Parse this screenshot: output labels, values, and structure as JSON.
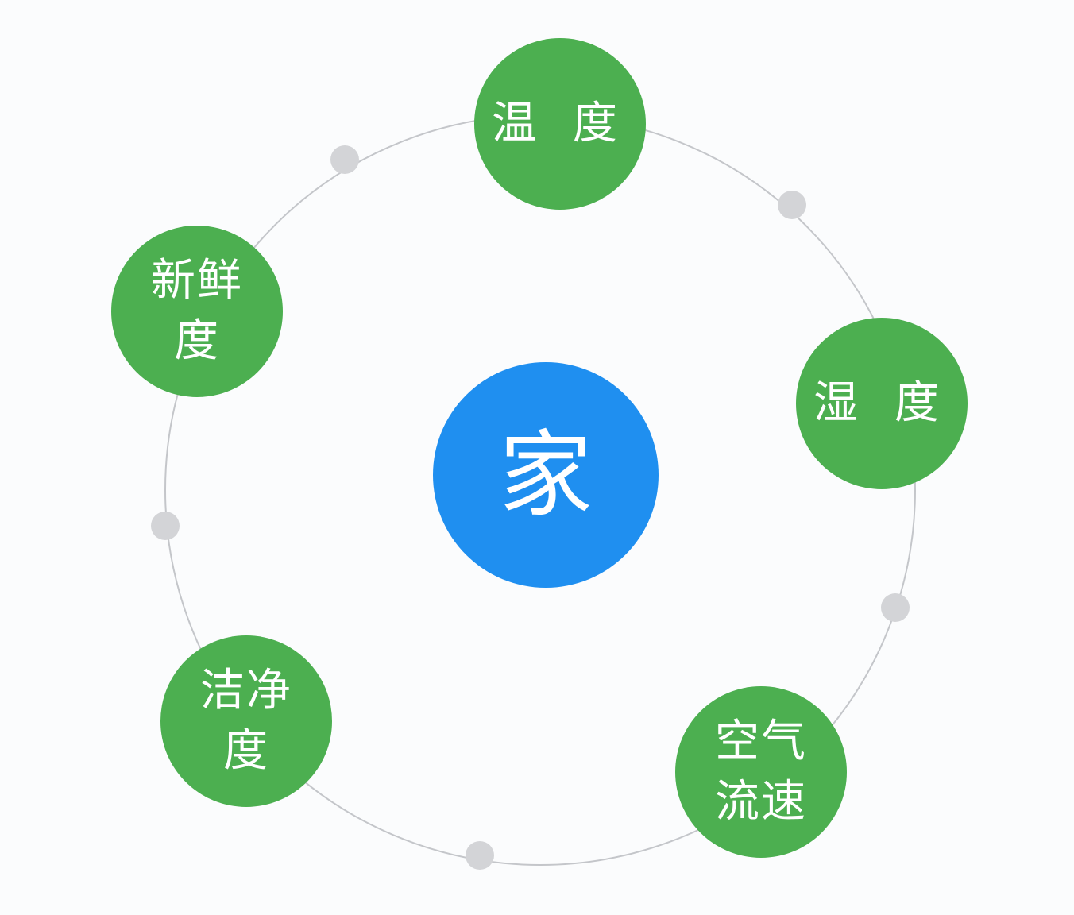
{
  "colors": {
    "background": "#fbfcfd",
    "center_fill": "#1f8ff0",
    "node_fill": "#4caf50",
    "ring_stroke": "#c4c6ca",
    "connector_dot": "#d3d4d7",
    "label_text": "#ffffff"
  },
  "center": {
    "label": "家"
  },
  "nodes": [
    {
      "id": "temp",
      "label": "温 度"
    },
    {
      "id": "humid",
      "label": "湿 度"
    },
    {
      "id": "air",
      "label": "空气\n流速"
    },
    {
      "id": "clean",
      "label": "洁净\n度"
    },
    {
      "id": "fresh",
      "label": "新鲜\n度"
    }
  ]
}
